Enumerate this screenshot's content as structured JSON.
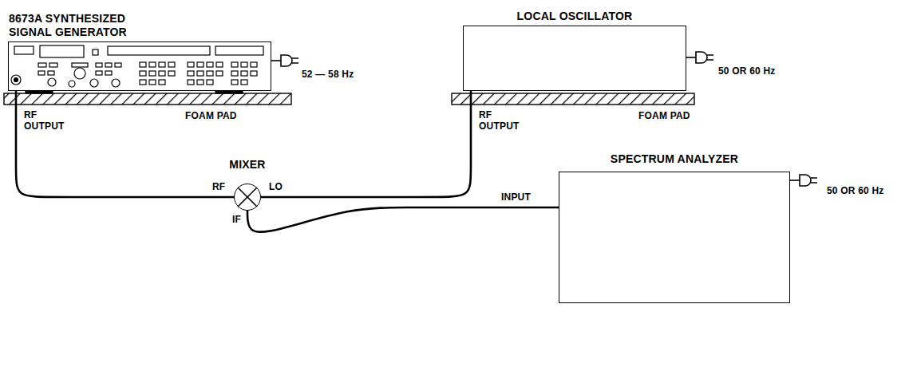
{
  "diagram": {
    "nodes": [
      {
        "text": [
          "8673A SYNTHESIZED SIGNAL GENERATOR"
        ]
      },
      {
        "text": [
          "LOCAL OSCILLATOR"
        ]
      },
      {
        "text": [
          "MIXER"
        ]
      },
      {
        "text": [
          "SPECTRUM ANALYZER"
        ]
      }
    ],
    "edges": [
      {
        "from": 0,
        "to": 2,
        "arrow": "none"
      },
      {
        "from": 1,
        "to": 2,
        "arrow": "none"
      },
      {
        "from": 2,
        "to": 3,
        "arrow": "none"
      }
    ],
    "labels": [
      "52 — 58 Hz",
      "FOAM PAD",
      "RF OUTPUT",
      "50 OR 60 Hz",
      "FOAM PAD",
      "RF OUTPUT",
      "RF",
      "LO",
      "IF",
      "INPUT",
      "50 OR 60 Hz"
    ]
  }
}
